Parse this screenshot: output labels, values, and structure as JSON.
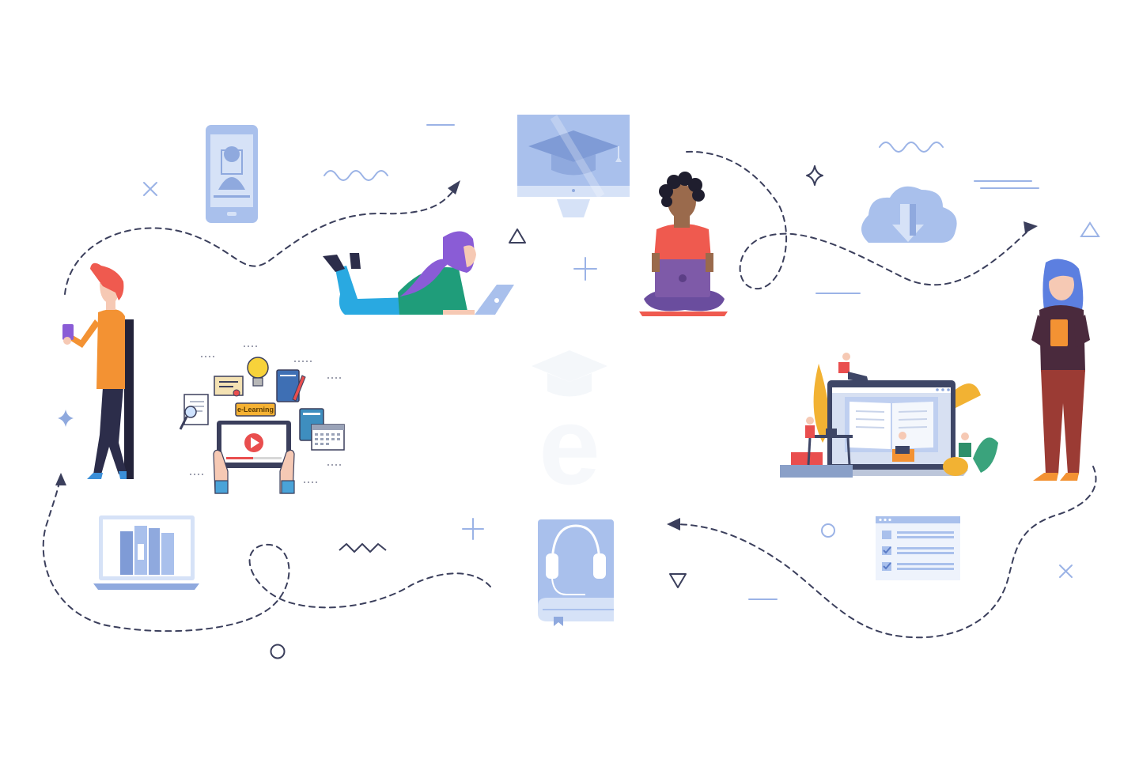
{
  "illustration": {
    "elearning_badge_text": "e-Learning",
    "watermark_letter": "e"
  },
  "colors": {
    "accent_blue": "#a9c0ec",
    "accent_blue_dark": "#8fa9de",
    "accent_blue_light": "#d6e2f7",
    "path_stroke": "#3b3f5c",
    "decoration": "#9bb3e6",
    "orange_shirt": "#f39233",
    "purple_hair": "#8a5cd6",
    "coral": "#ef5a4f"
  },
  "icons": [
    "phone-profile-icon",
    "graduation-monitor-icon",
    "cloud-download-icon",
    "laptop-library-icon",
    "audiobook-headphones-icon",
    "checklist-window-icon",
    "elearning-logo-watermark"
  ]
}
